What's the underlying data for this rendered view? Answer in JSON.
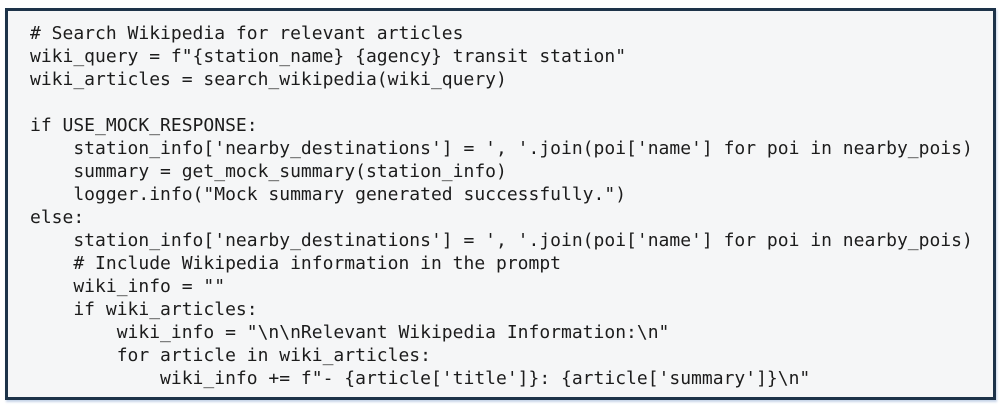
{
  "code_panel": {
    "border_color": "#1d3349",
    "background_color": "#f5f6f7",
    "text_color": "#1c1c1c",
    "lines": [
      "# Search Wikipedia for relevant articles",
      "wiki_query = f\"{station_name} {agency} transit station\"",
      "wiki_articles = search_wikipedia(wiki_query)",
      "",
      "if USE_MOCK_RESPONSE:",
      "    station_info['nearby_destinations'] = ', '.join(poi['name'] for poi in nearby_pois)",
      "    summary = get_mock_summary(station_info)",
      "    logger.info(\"Mock summary generated successfully.\")",
      "else:",
      "    station_info['nearby_destinations'] = ', '.join(poi['name'] for poi in nearby_pois)",
      "    # Include Wikipedia information in the prompt",
      "    wiki_info = \"\"",
      "    if wiki_articles:",
      "        wiki_info = \"\\n\\nRelevant Wikipedia Information:\\n\"",
      "        for article in wiki_articles:",
      "            wiki_info += f\"- {article['title']}: {article['summary']}\\n\""
    ]
  }
}
